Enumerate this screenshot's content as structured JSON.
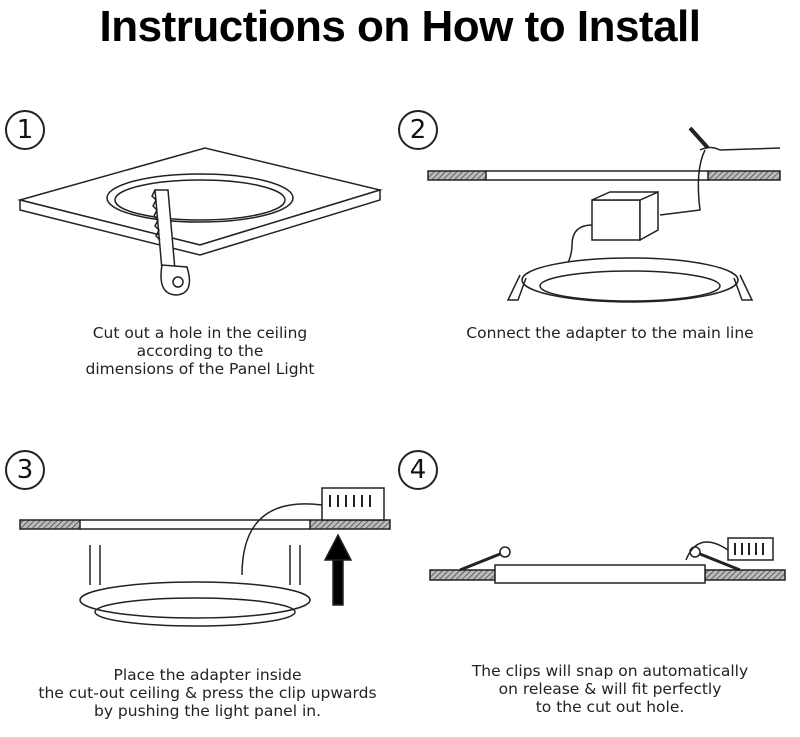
{
  "title": "Instructions on How to Install",
  "steps": [
    {
      "number": "1",
      "caption": [
        "Cut out a hole in the ceiling",
        "according to the",
        "dimensions of the Panel Light"
      ]
    },
    {
      "number": "2",
      "caption": [
        "Connect the adapter to the main line"
      ]
    },
    {
      "number": "3",
      "caption": [
        "Place the adapter inside",
        "the cut-out ceiling & press the clip upwards",
        "by pushing the light panel in."
      ]
    },
    {
      "number": "4",
      "caption": [
        "The clips will snap on automatically",
        "on release & will fit perfectly",
        "to the cut out hole."
      ]
    }
  ]
}
